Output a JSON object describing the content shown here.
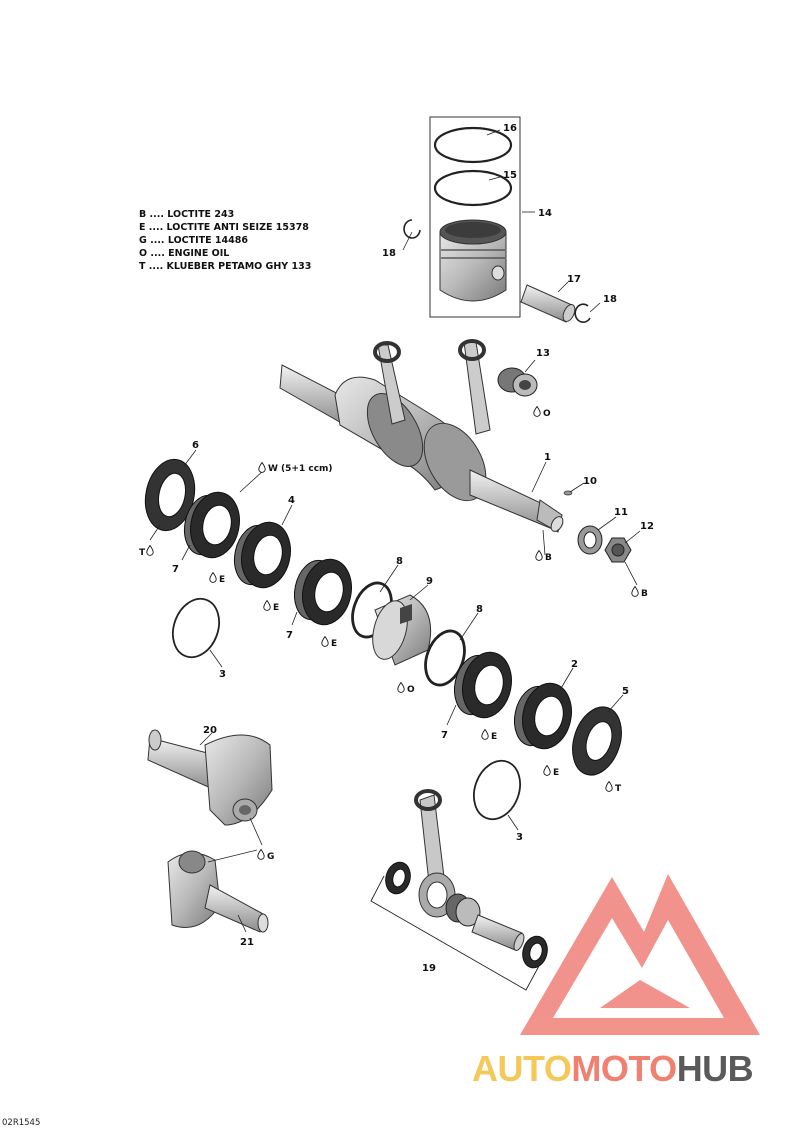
{
  "legend": [
    "B .... LOCTITE 243",
    "E .... LOCTITE ANTI SEIZE 15378",
    "G .... LOCTITE 14486",
    "O .... ENGINE OIL",
    "T .... KLUEBER PETAMO GHY 133"
  ],
  "reference_code": "02R1545",
  "watermark": {
    "part1": "AUTO",
    "part2": "MOTO",
    "part3": "HUB",
    "colors": {
      "part1": "#f5c85a",
      "part2": "#f08070",
      "part3": "#5a5a5a",
      "logo": "#f08078"
    }
  },
  "callouts": {
    "c1": "1",
    "c2": "2",
    "c3a": "3",
    "c3b": "3",
    "c4": "4",
    "c5": "5",
    "c6": "6",
    "c7a": "7",
    "c7b": "7",
    "c7c": "7",
    "c8a": "8",
    "c8b": "8",
    "c9": "9",
    "c10": "10",
    "c11": "11",
    "c12": "12",
    "c13": "13",
    "c14": "14",
    "c15": "15",
    "c16": "16",
    "c17": "17",
    "c18a": "18",
    "c18b": "18",
    "c19": "19",
    "c20": "20",
    "c21": "21"
  },
  "lube_marks": {
    "o13": "O",
    "w4": "W (5+1 ccm)",
    "b1": "B",
    "b12": "B",
    "t6": "T",
    "e7a": "E",
    "e4": "E",
    "e7b": "E",
    "o9": "O",
    "e7c": "E",
    "e2": "E",
    "t5": "T",
    "g20": "G"
  },
  "icons": [
    "oil-drop-icon"
  ]
}
